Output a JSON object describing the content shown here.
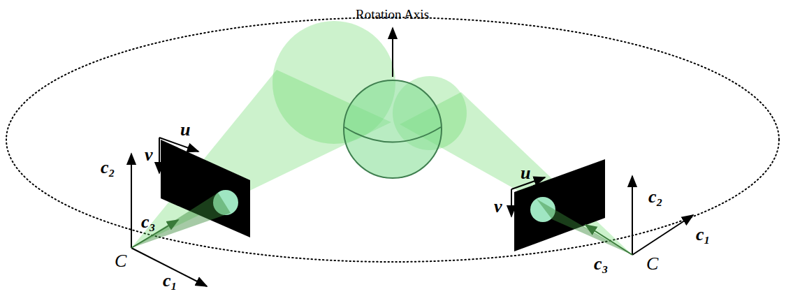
{
  "diagram": {
    "labels": [
      "Rotation Axis",
      "u",
      "v",
      "c₂",
      "c₃",
      "C",
      "c₁",
      "u",
      "v",
      "c₂",
      "c₁",
      "c₃",
      "C"
    ]
  }
}
